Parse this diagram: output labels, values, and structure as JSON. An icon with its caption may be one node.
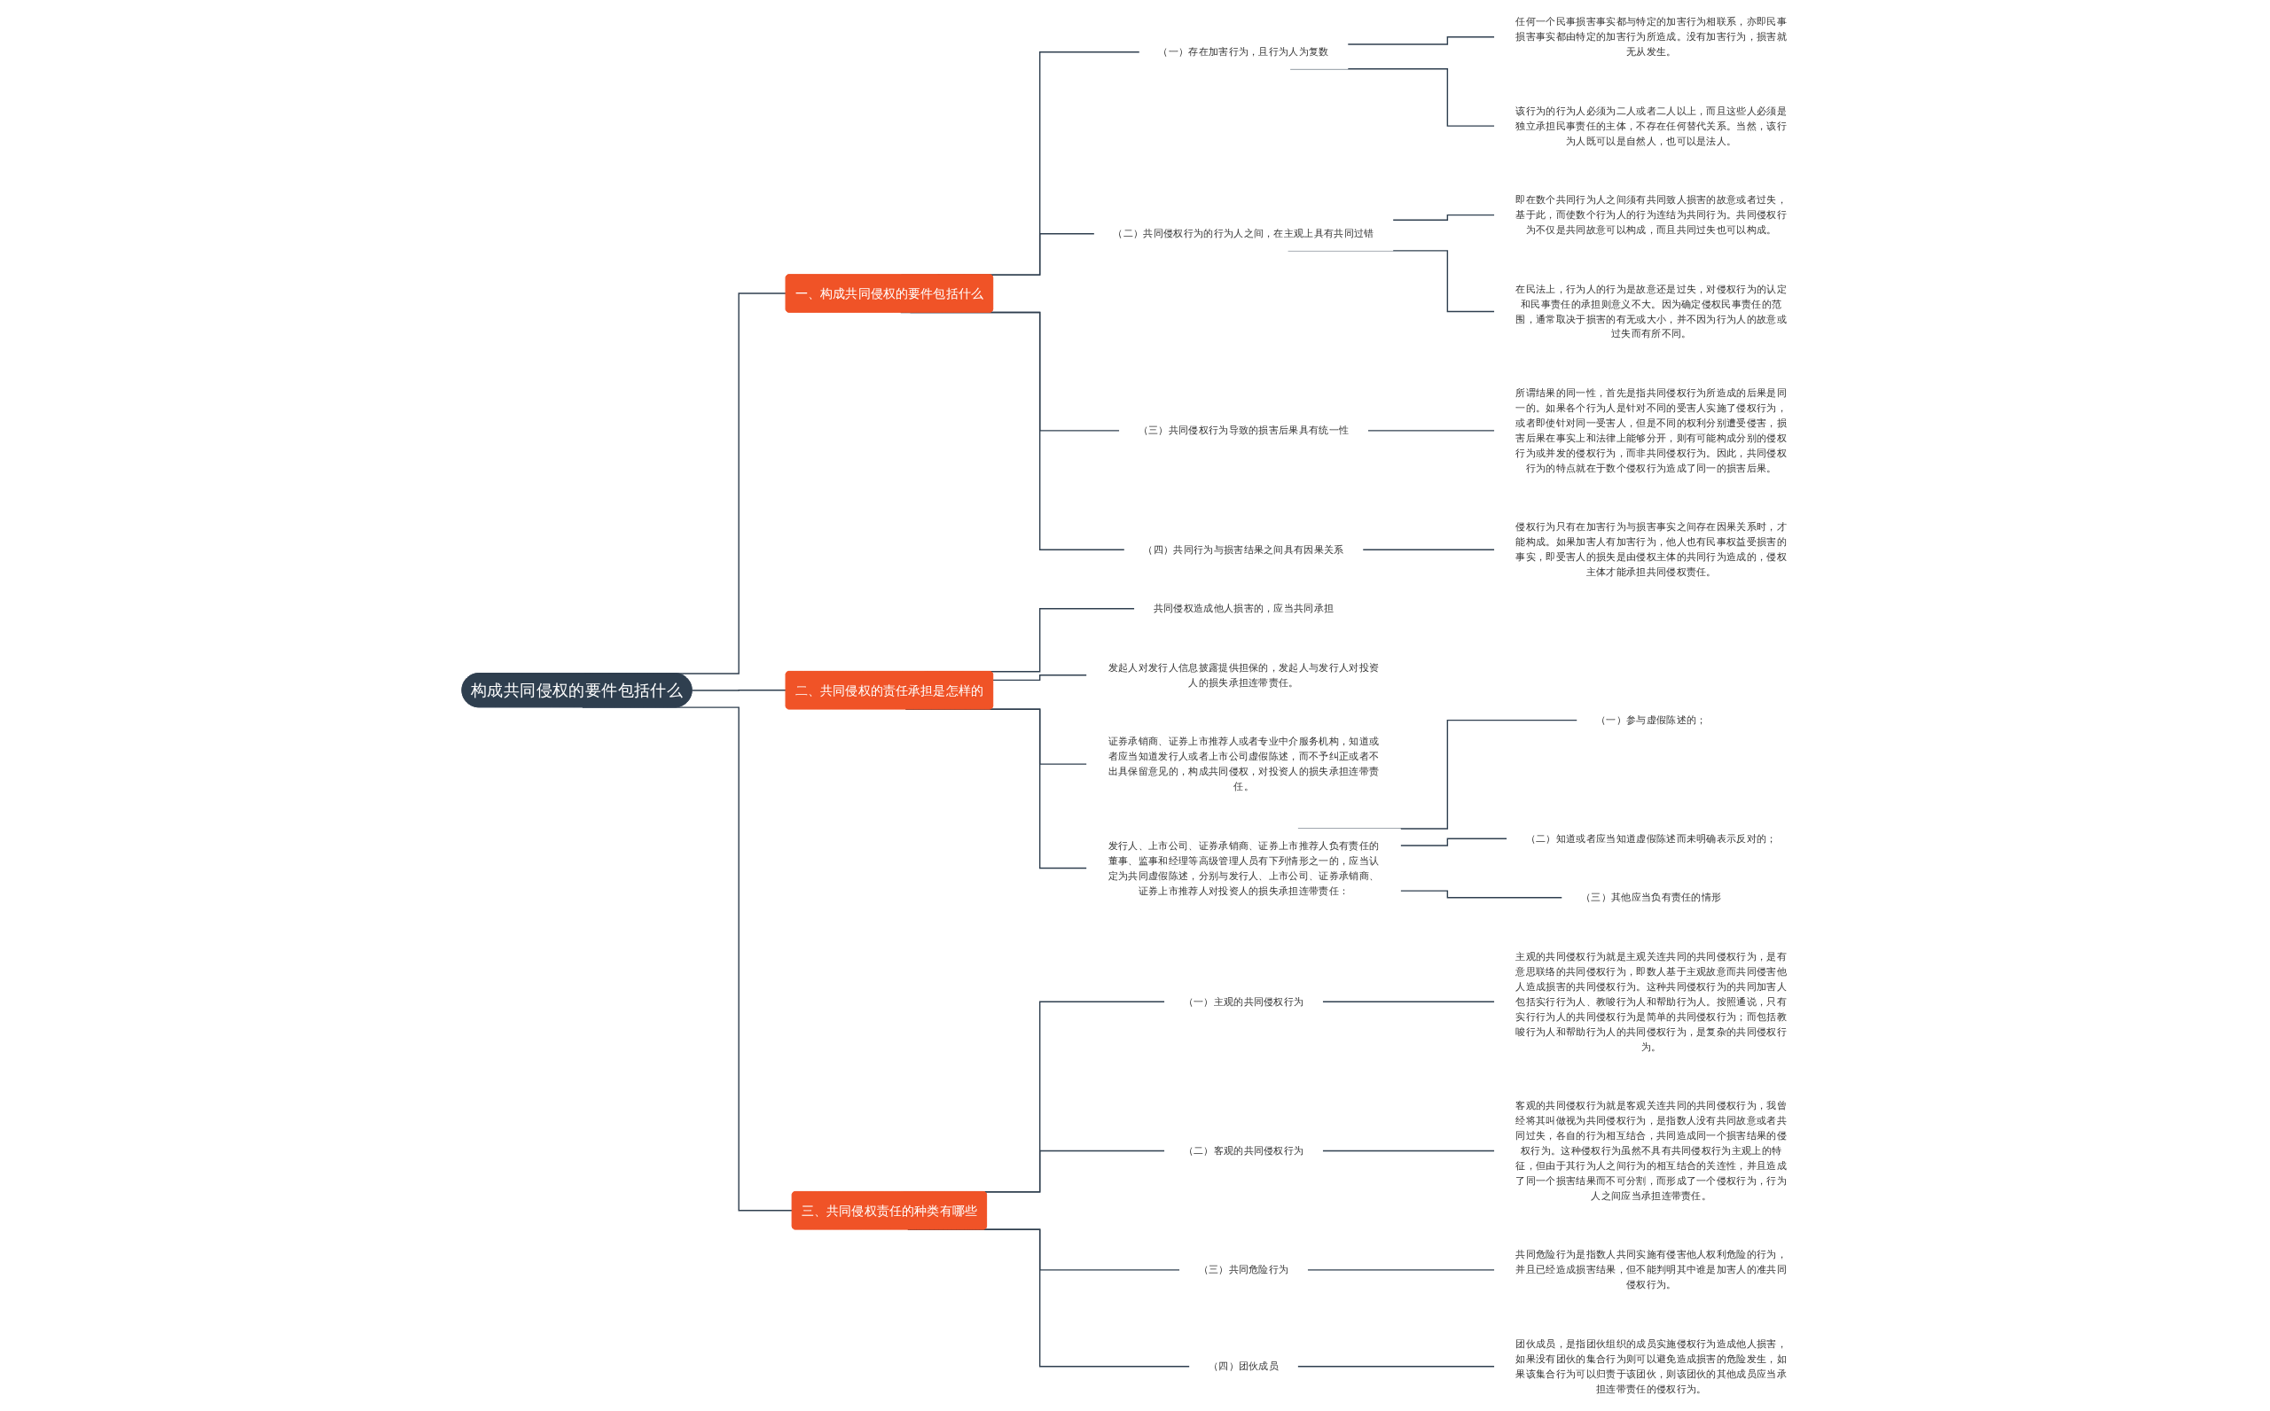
{
  "diagram": {
    "nodes": [
      {
        "text": [
          "构成共同侵权的要件包括什么"
        ]
      },
      {
        "text": [
          "一、构成共同侵权的要件包括什么"
        ]
      },
      {
        "text": [
          "（一）存在加害行为，且行为人为复数"
        ]
      },
      {
        "text": [
          "任何一个民事损害事实都与特定的加害行为相联系，亦即民事损害事实都由特定的加害行为所造成。没有加害行为，损害就无从发生。"
        ]
      },
      {
        "text": [
          "该行为的行为人必须为二人或者二人以上，而且这些人必须是独立承担民事责任的主体，不存在任何替代关系。当然，该行为人既可以是自然人，也可以是法人。"
        ]
      },
      {
        "text": [
          "（二）共同侵权行为的行为人之间，在主观上具有共同过错"
        ]
      },
      {
        "text": [
          "即在数个共同行为人之间须有共同致人损害的故意或者过失，基于此，而使数个行为人的行为连结为共同行为。共同侵权行为不仅是共同故意可以构成，而且共同过失也可以构成。"
        ]
      },
      {
        "text": [
          "在民法上，行为人的行为是故意还是过失，对侵权行为的认定和民事责任的承担则意义不大。因为确定侵权民事责任的范围，通常取决于损害的有无或大小，并不因为行为人的故意或过失而有所不同。"
        ]
      },
      {
        "text": [
          "（三）共同侵权行为导致的损害后果具有统一性"
        ]
      },
      {
        "text": [
          "所谓结果的同一性，首先是指共同侵权行为所造成的后果是同一的。如果各个行为人是针对不同的受害人实施了侵权行为，或者即使针对同一受害人，但是不同的权利分别遭受侵害，损害后果在事实上和法律上能够分开，则有可能构成分别的侵权行为或并发的侵权行为，而非共同侵权行为。因此，共同侵权行为的特点就在于数个侵权行为造成了同一的损害后果。"
        ]
      },
      {
        "text": [
          "（四）共同行为与损害结果之间具有因果关系"
        ]
      },
      {
        "text": [
          "侵权行为只有在加害行为与损害事实之间存在因果关系时，才能构成。如果加害人有加害行为，他人也有民事权益受损害的事实，即受害人的损失是由侵权主体的共同行为造成的，侵权主体才能承担共同侵权责任。"
        ]
      },
      {
        "text": [
          "二、共同侵权的责任承担是怎样的"
        ]
      },
      {
        "text": [
          "共同侵权造成他人损害的，应当共同承担"
        ]
      },
      {
        "text": [
          "发起人对发行人信息披露提供担保的，发起人与发行人对投资人的损失承担连带责任。"
        ]
      },
      {
        "text": [
          "证券承销商、证券上市推荐人或者专业中介服务机构，知道或者应当知道发行人或者上市公司虚假陈述，而不予纠正或者不出具保留意见的，构成共同侵权，对投资人的损失承担连带责任。"
        ]
      },
      {
        "text": [
          "发行人、上市公司、证券承销商、证券上市推荐人负有责任的董事、监事和经理等高级管理人员有下列情形之一的，应当认定为共同虚假陈述，分别与发行人、上市公司、证券承销商、证券上市推荐人对投资人的损失承担连带责任："
        ]
      },
      {
        "text": [
          "（一）参与虚假陈述的；"
        ]
      },
      {
        "text": [
          "（二）知道或者应当知道虚假陈述而未明确表示反对的；"
        ]
      },
      {
        "text": [
          "（三）其他应当负有责任的情形"
        ]
      },
      {
        "text": [
          "三、共同侵权责任的种类有哪些"
        ]
      },
      {
        "text": [
          "（一）主观的共同侵权行为"
        ]
      },
      {
        "text": [
          "主观的共同侵权行为就是主观关连共同的共同侵权行为，是有意思联络的共同侵权行为，即数人基于主观故意而共同侵害他人造成损害的共同侵权行为。这种共同侵权行为的共同加害人包括实行行为人、教唆行为人和帮助行为人。按照通说，只有实行行为人的共同侵权行为是简单的共同侵权行为；而包括教唆行为人和帮助行为人的共同侵权行为，是复杂的共同侵权行为。"
        ]
      },
      {
        "text": [
          "（二）客观的共同侵权行为"
        ]
      },
      {
        "text": [
          "客观的共同侵权行为就是客观关连共同的共同侵权行为，我曾经将其叫做视为共同侵权行为，是指数人没有共同故意或者共同过失，各自的行为相互结合，共同造成同一个损害结果的侵权行为。这种侵权行为虽然不具有共同侵权行为主观上的特征，但由于其行为人之间行为的相互结合的关连性，并且造成了同一个损害结果而不可分割，而形成了一个侵权行为，行为人之间应当承担连带责任。"
        ]
      },
      {
        "text": [
          "（三）共同危险行为"
        ]
      },
      {
        "text": [
          "共同危险行为是指数人共同实施有侵害他人权利危险的行为，并且已经造成损害结果，但不能判明其中谁是加害人的准共同侵权行为。"
        ]
      },
      {
        "text": [
          "（四）团伙成员"
        ]
      },
      {
        "text": [
          "团伙成员，是指团伙组织的成员实施侵权行为造成他人损害，如果没有团伙的集合行为则可以避免造成损害的危险发生，如果该集合行为可以归责于该团伙，则该团伙的其他成员应当承担连带责任的侵权行为。"
        ]
      }
    ],
    "edges": [
      {
        "from": 0,
        "to": 1,
        "arrow": "none"
      },
      {
        "from": 1,
        "to": 2,
        "arrow": "none"
      },
      {
        "from": 2,
        "to": 3,
        "arrow": "none"
      },
      {
        "from": 2,
        "to": 4,
        "arrow": "none"
      },
      {
        "from": 1,
        "to": 5,
        "arrow": "none"
      },
      {
        "from": 5,
        "to": 6,
        "arrow": "none"
      },
      {
        "from": 5,
        "to": 7,
        "arrow": "none"
      },
      {
        "from": 1,
        "to": 8,
        "arrow": "none"
      },
      {
        "from": 8,
        "to": 9,
        "arrow": "none"
      },
      {
        "from": 1,
        "to": 10,
        "arrow": "none"
      },
      {
        "from": 10,
        "to": 11,
        "arrow": "none"
      },
      {
        "from": 0,
        "to": 12,
        "arrow": "none"
      },
      {
        "from": 12,
        "to": 13,
        "arrow": "none"
      },
      {
        "from": 12,
        "to": 14,
        "arrow": "none"
      },
      {
        "from": 12,
        "to": 15,
        "arrow": "none"
      },
      {
        "from": 12,
        "to": 16,
        "arrow": "none"
      },
      {
        "from": 16,
        "to": 17,
        "arrow": "none"
      },
      {
        "from": 16,
        "to": 18,
        "arrow": "none"
      },
      {
        "from": 16,
        "to": 19,
        "arrow": "none"
      },
      {
        "from": 0,
        "to": 20,
        "arrow": "none"
      },
      {
        "from": 20,
        "to": 21,
        "arrow": "none"
      },
      {
        "from": 21,
        "to": 22,
        "arrow": "none"
      },
      {
        "from": 20,
        "to": 23,
        "arrow": "none"
      },
      {
        "from": 23,
        "to": 24,
        "arrow": "none"
      },
      {
        "from": 20,
        "to": 25,
        "arrow": "none"
      },
      {
        "from": 25,
        "to": 26,
        "arrow": "none"
      },
      {
        "from": 20,
        "to": 27,
        "arrow": "none"
      },
      {
        "from": 27,
        "to": 28,
        "arrow": "none"
      }
    ]
  }
}
